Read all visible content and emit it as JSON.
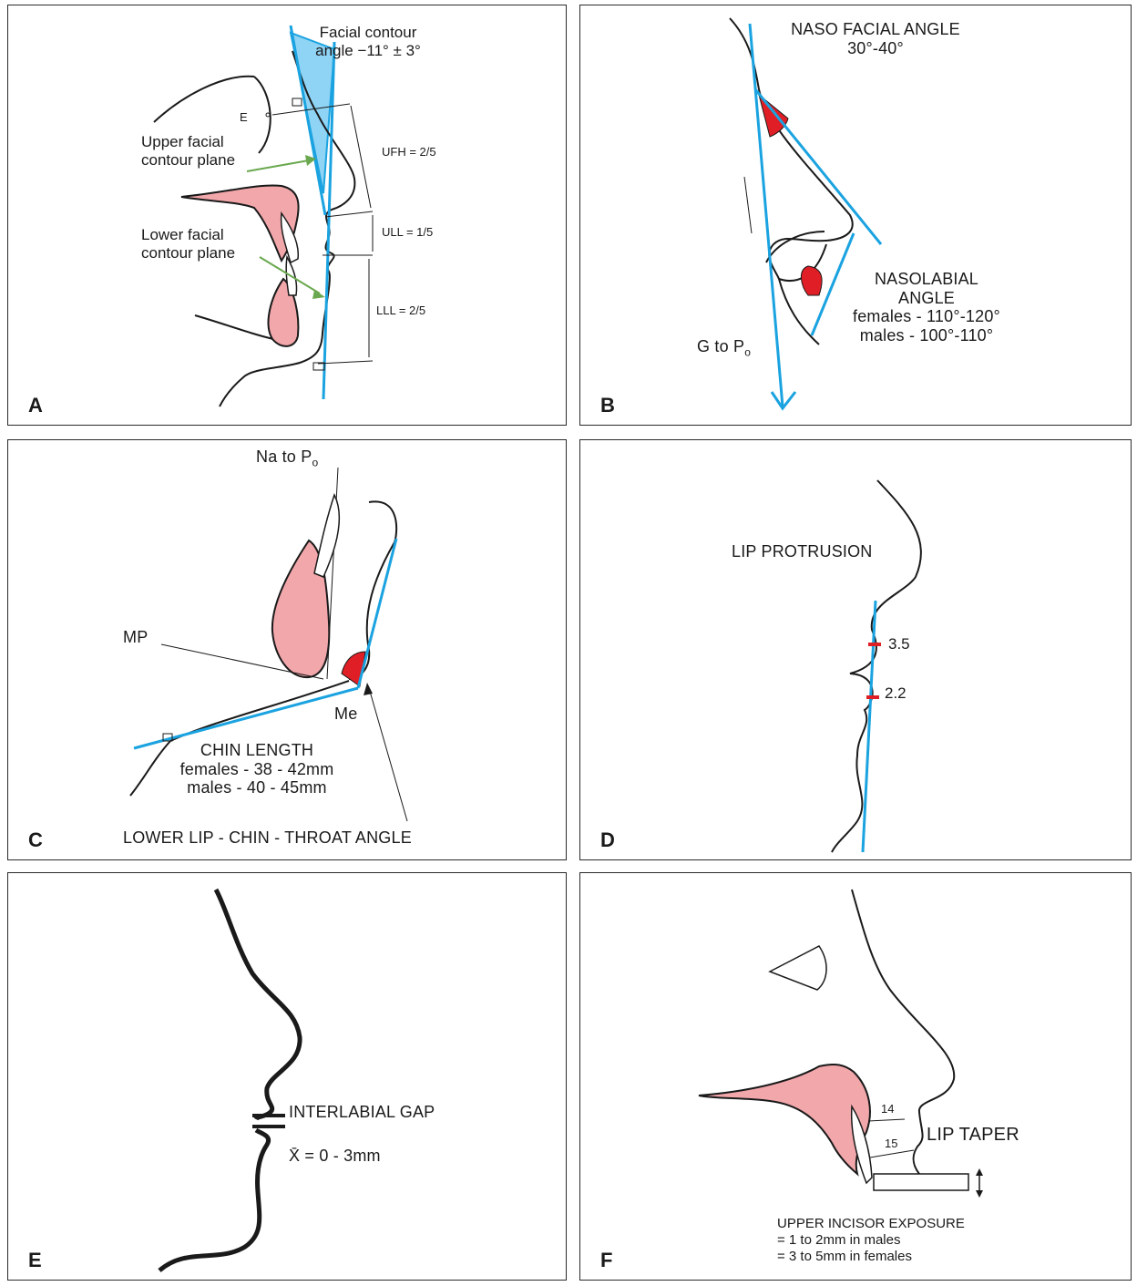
{
  "panels": {
    "a": {
      "letter": "A",
      "facial_contour_angle_line1": "Facial contour",
      "facial_contour_angle_line2": "angle −11° ± 3°",
      "e_label": "E",
      "upper_plane_line1": "Upper facial",
      "upper_plane_line2": "contour plane",
      "lower_plane_line1": "Lower facial",
      "lower_plane_line2": "contour plane",
      "ufh": "UFH = 2/5",
      "ull": "ULL = 1/5",
      "lll": "LLL = 2/5"
    },
    "b": {
      "letter": "B",
      "naso_facial_title": "NASO FACIAL ANGLE",
      "naso_facial_value": "30°-40°",
      "nasolabial_line1": "NASOLABIAL",
      "nasolabial_line2": "ANGLE",
      "nasolabial_females": "females - 110°-120°",
      "nasolabial_males": "males - 100°-110°",
      "g_to_po": "G to P",
      "g_to_po_sub": "o"
    },
    "c": {
      "letter": "C",
      "na_to_po": "Na to P",
      "na_to_po_sub": "o",
      "mp": "MP",
      "me": "Me",
      "chin_length": "CHIN LENGTH",
      "chin_females": "females - 38 - 42mm",
      "chin_males": "males - 40 - 45mm",
      "throat_angle": "LOWER LIP - CHIN - THROAT ANGLE"
    },
    "d": {
      "letter": "D",
      "title": "LIP PROTRUSION",
      "upper_value": "3.5",
      "lower_value": "2.2"
    },
    "e": {
      "letter": "E",
      "title": "INTERLABIAL GAP",
      "mean": "X̄ = 0 - 3mm"
    },
    "f": {
      "letter": "F",
      "upper_taper": "14",
      "lower_taper": "15",
      "lip_taper": "LIP TAPER",
      "exposure_title": "UPPER INCISOR EXPOSURE",
      "exposure_males": "= 1 to 2mm in males",
      "exposure_females": "= 3 to 5mm in females"
    }
  },
  "colors": {
    "reference_line": "#1aa3e0",
    "soft_tissue_fill": "#f2a7ab",
    "angle_fill": "#e01e25",
    "arrow_green": "#6aa84f",
    "contour_angle_fill": "#8fd3f5"
  }
}
